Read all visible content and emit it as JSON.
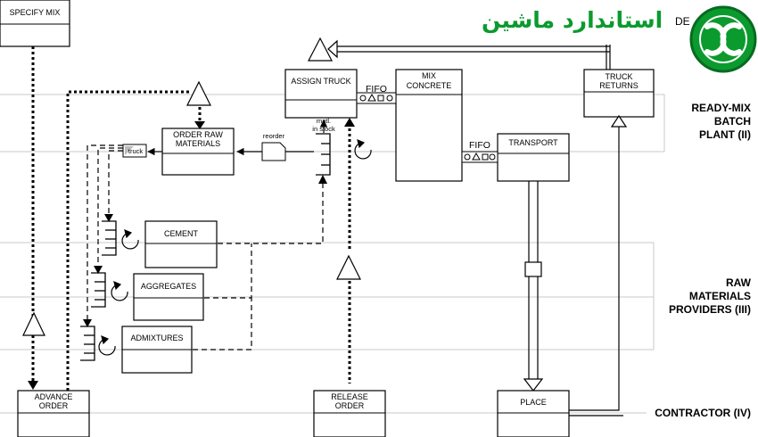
{
  "logo": {
    "text": "استاندارد ماشین",
    "brand_color": "#0b9a2e",
    "icon": "circular-logo-icon"
  },
  "header_fragment": "DE",
  "lanes": [
    {
      "label": "READY-MIX\nBATCH\nPLANT (II)"
    },
    {
      "label": "RAW\nMATERIALS\nPROVIDERS (III)"
    },
    {
      "label": "CONTRACTOR (IV)"
    }
  ],
  "processes": {
    "specify_mix": "SPECIFY MIX",
    "assign_truck": "ASSIGN TRUCK",
    "mix_concrete": [
      "MIX",
      "CONCRETE"
    ],
    "truck_returns": [
      "TRUCK",
      "RETURNS"
    ],
    "order_raw_materials": [
      "ORDER RAW",
      "MATERIALS"
    ],
    "transport": "TRANSPORT",
    "cement": "CEMENT",
    "aggregates": "AGGREGATES",
    "admixtures": "ADMIXTURES",
    "advance_order": [
      "ADVANCE",
      "ORDER"
    ],
    "release_order": [
      "RELEASE",
      "ORDER"
    ],
    "place": "PLACE"
  },
  "labels": {
    "fifo_1": "FIFO",
    "fifo_2": "FIFO",
    "reorder": "reorder",
    "matl_stock": [
      "matl.",
      "in stock"
    ],
    "truck": "truck"
  }
}
